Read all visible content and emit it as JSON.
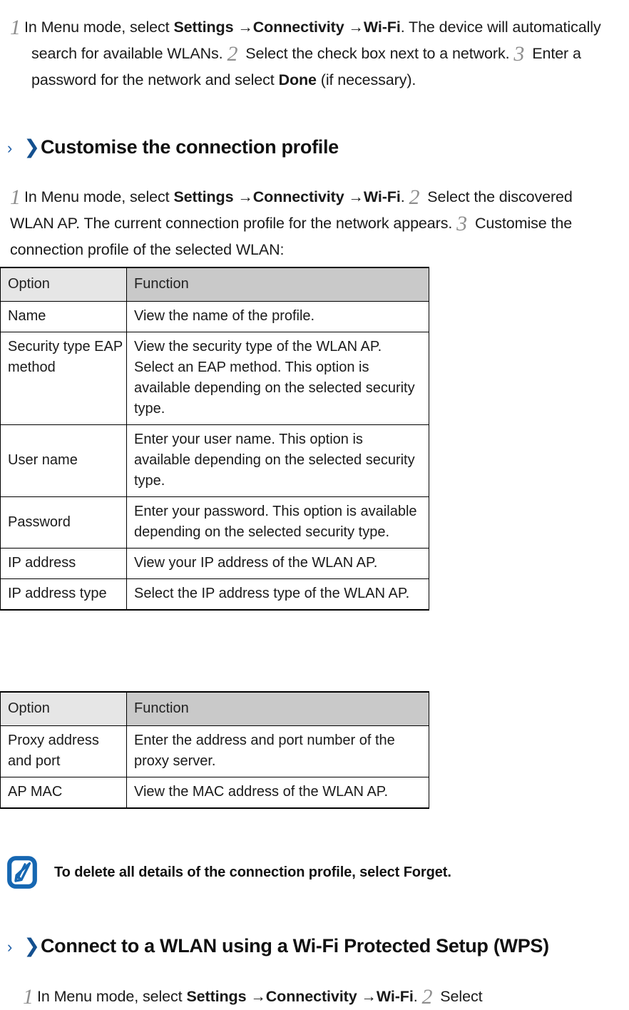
{
  "document": {
    "type": "mobile-phone-user-manual-page",
    "accent_blue": "#14508f",
    "light_blue": "#1f5fa8",
    "header_light_gray": "#e6e6e6",
    "header_dark_gray": "#c9c9c9"
  },
  "intro_step": {
    "n1": "1",
    "text_a": "In Menu mode, select ",
    "b1": "Settings",
    "arrow1": " →",
    "b2": "Connectivity",
    "arrow2": " →",
    "b3": "Wi-Fi",
    "text_b": ". The device will automatically search for available WLANs. ",
    "n2": "2",
    "text_c": " Select the check box next to a network. ",
    "n3": "3",
    "text_d": " Enter a password for the network and select ",
    "b4": "Done",
    "text_e": " (if necessary)."
  },
  "heading_customise": {
    "chevron_thin": "›",
    "chevron_bold": "❯",
    "title": "Customise the connection profile"
  },
  "customise_step": {
    "n1": "1",
    "text_a": "In Menu mode, select ",
    "b1": "Settings",
    "arrow1": " →",
    "b2": "Connectivity",
    "arrow2": " →",
    "b3": "Wi-Fi",
    "text_b": ". ",
    "n2": "2",
    "text_c": " Select the discovered WLAN AP. The current connection profile for the network appears. ",
    "n3": "3",
    "text_d": " Customise the connection profile of the selected WLAN:"
  },
  "table_profile_1": {
    "columns": [
      "Option",
      "Function"
    ],
    "rows": [
      {
        "option": "Name",
        "function": "View the name of the profile.",
        "option_valign": "middle"
      },
      {
        "option": "Security type EAP method",
        "function": "View the security type of the WLAN AP. Select an EAP method. This option is available depending on the selected security type.",
        "option_valign": "top"
      },
      {
        "option": "User name",
        "function": "Enter your user name. This option is available depending on the selected security type.",
        "option_valign": "middle"
      },
      {
        "option": "Password",
        "function": "Enter your password. This option is available depending on the selected security type.",
        "option_valign": "middle"
      },
      {
        "option": "IP address",
        "function": "View your IP address of the WLAN AP.",
        "option_valign": "middle"
      },
      {
        "option": "IP address type",
        "function": "Select the IP address type of the WLAN AP.",
        "option_valign": "top"
      }
    ]
  },
  "table_profile_2": {
    "columns": [
      "Option",
      "Function"
    ],
    "rows": [
      {
        "option": "Proxy address and port",
        "function": "Enter the address and port number of the proxy server.",
        "option_valign": "top"
      },
      {
        "option": "AP MAC",
        "function": "View the MAC address of the WLAN AP.",
        "option_valign": "middle"
      }
    ]
  },
  "note": {
    "icon": "note-pen-icon",
    "text_a": "To delete all details of the connection profile, select ",
    "bold": "Forget",
    "text_b": "."
  },
  "heading_wps": {
    "chevron_thin": "›",
    "chevron_bold": "❯",
    "title": "Connect to a WLAN using a Wi-Fi Protected Setup (WPS)"
  },
  "wps_step": {
    "n1": "1",
    "text_a": "In Menu mode, select ",
    "b1": "Settings",
    "arrow1": " →",
    "b2": "Connectivity",
    "arrow2": " →",
    "b3": "Wi-Fi",
    "text_b": ". ",
    "n2": "2",
    "text_c": " Select"
  }
}
